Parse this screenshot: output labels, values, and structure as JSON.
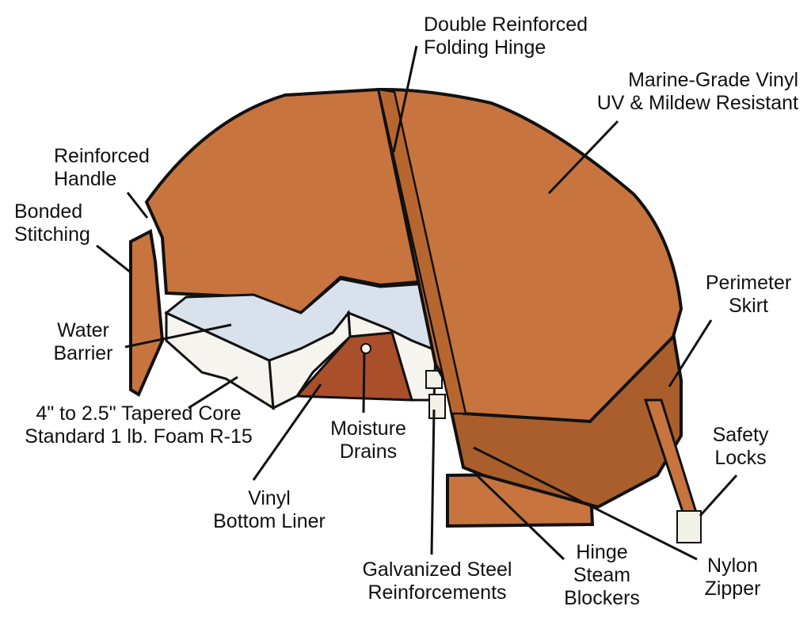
{
  "labels": {
    "hinge": [
      "Double Reinforced",
      "Folding Hinge"
    ],
    "vinyl": [
      "Marine-Grade Vinyl",
      "UV & Mildew Resistant"
    ],
    "handle": [
      "Reinforced",
      "Handle"
    ],
    "stitching": [
      "Bonded",
      "Stitching"
    ],
    "skirt": [
      "Perimeter",
      "Skirt"
    ],
    "barrier": [
      "Water",
      "Barrier"
    ],
    "core": [
      "4\" to 2.5\" Tapered Core",
      "Standard 1 lb. Foam R-15"
    ],
    "drains": [
      "Moisture",
      "Drains"
    ],
    "locks": [
      "Safety",
      "Locks"
    ],
    "liner": [
      "Vinyl",
      "Bottom Liner"
    ],
    "steel": [
      "Galvanized Steel",
      "Reinforcements"
    ],
    "blockers": [
      "Hinge",
      "Steam",
      "Blockers"
    ],
    "zipper": [
      "Nylon",
      "Zipper"
    ]
  },
  "colors": {
    "vinyl": "#c8743e",
    "vinyl_dark": "#a95e2c",
    "foam": "#f6f4ee",
    "foam_shadow": "#d9e1ec",
    "liner": "#a94f2a",
    "outline": "#111111"
  }
}
